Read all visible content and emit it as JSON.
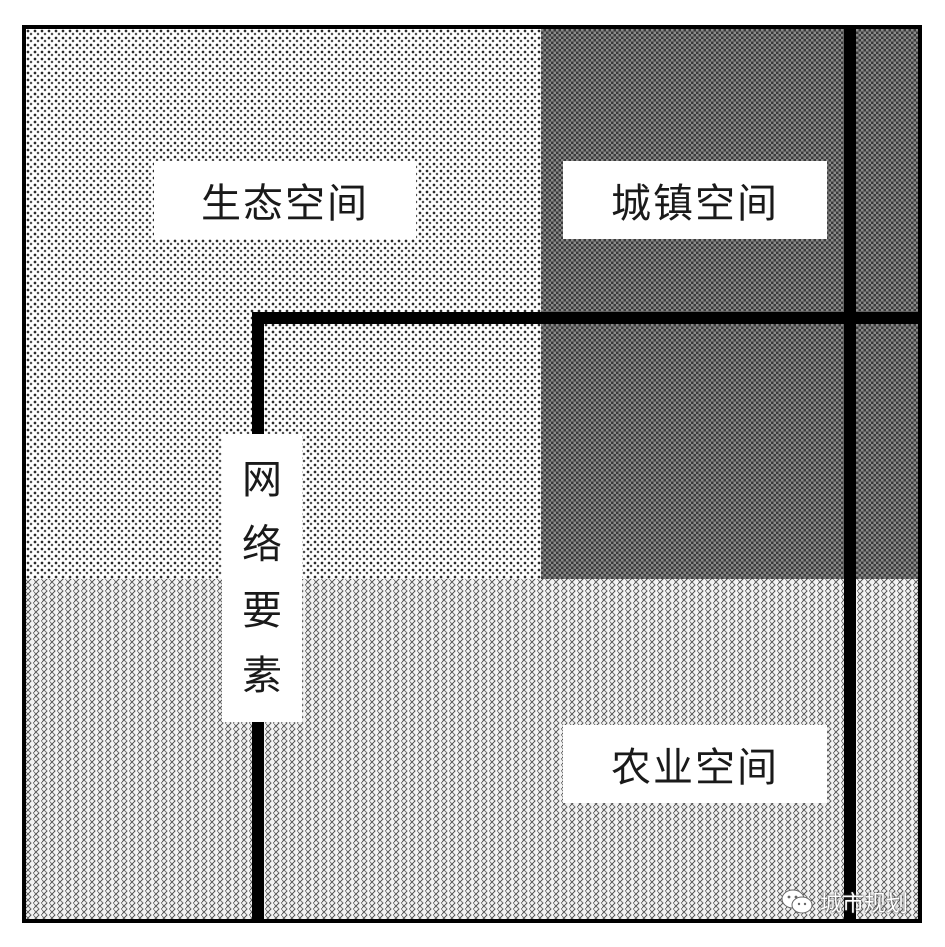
{
  "diagram": {
    "regions": {
      "ecological": "生态空间",
      "urban": "城镇空间",
      "agricultural": "农业空间"
    },
    "network_label_chars": [
      "网",
      "络",
      "要",
      "素"
    ]
  },
  "watermark": {
    "text": "城市规划",
    "icon": "wechat-icon"
  }
}
